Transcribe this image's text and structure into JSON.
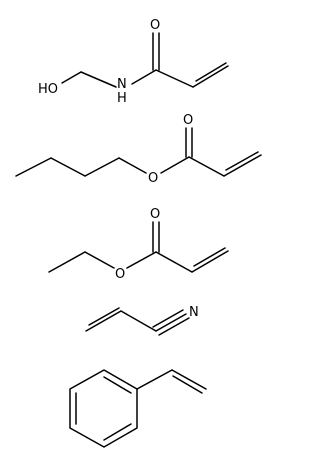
{
  "structures": [
    {
      "labels": {
        "O_carbonyl": "O",
        "N": "N",
        "H": "H",
        "OH": "HO"
      }
    },
    {
      "labels": {
        "O_carbonyl": "O",
        "O_ester": "O"
      }
    },
    {
      "labels": {
        "O_carbonyl": "O",
        "O_ester": "O"
      }
    },
    {
      "labels": {
        "N": "N"
      }
    },
    {
      "labels": {}
    }
  ]
}
